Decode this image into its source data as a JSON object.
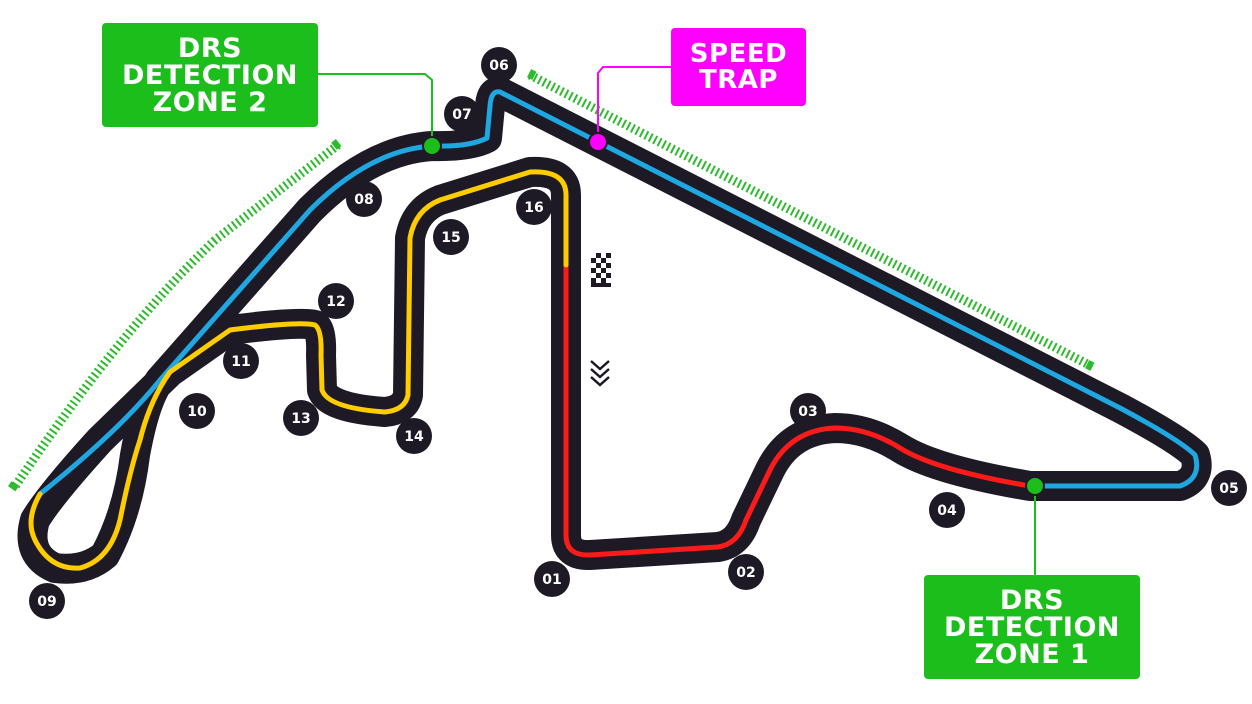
{
  "colors": {
    "track_outline": "#1d1a26",
    "sector_1": "#ff1a1a",
    "sector_2": "#1ea7e0",
    "sector_3": "#ffcc00",
    "drs_green": "#1cbe1c",
    "speed_trap_magenta": "#ff00ff",
    "drs_zone_stripe": "#2dbb2d"
  },
  "callouts": {
    "drs_zone_2": [
      "DRS",
      "DETECTION",
      "ZONE 2"
    ],
    "drs_zone_1": [
      "DRS",
      "DETECTION",
      "ZONE 1"
    ],
    "speed_trap": [
      "SPEED",
      "TRAP"
    ]
  },
  "turns": [
    "01",
    "02",
    "03",
    "04",
    "05",
    "06",
    "07",
    "08",
    "09",
    "10",
    "11",
    "12",
    "13",
    "14",
    "15",
    "16"
  ],
  "icons": {
    "start_finish": "checkered-flag-icon",
    "direction": "chevron-down-icon"
  }
}
